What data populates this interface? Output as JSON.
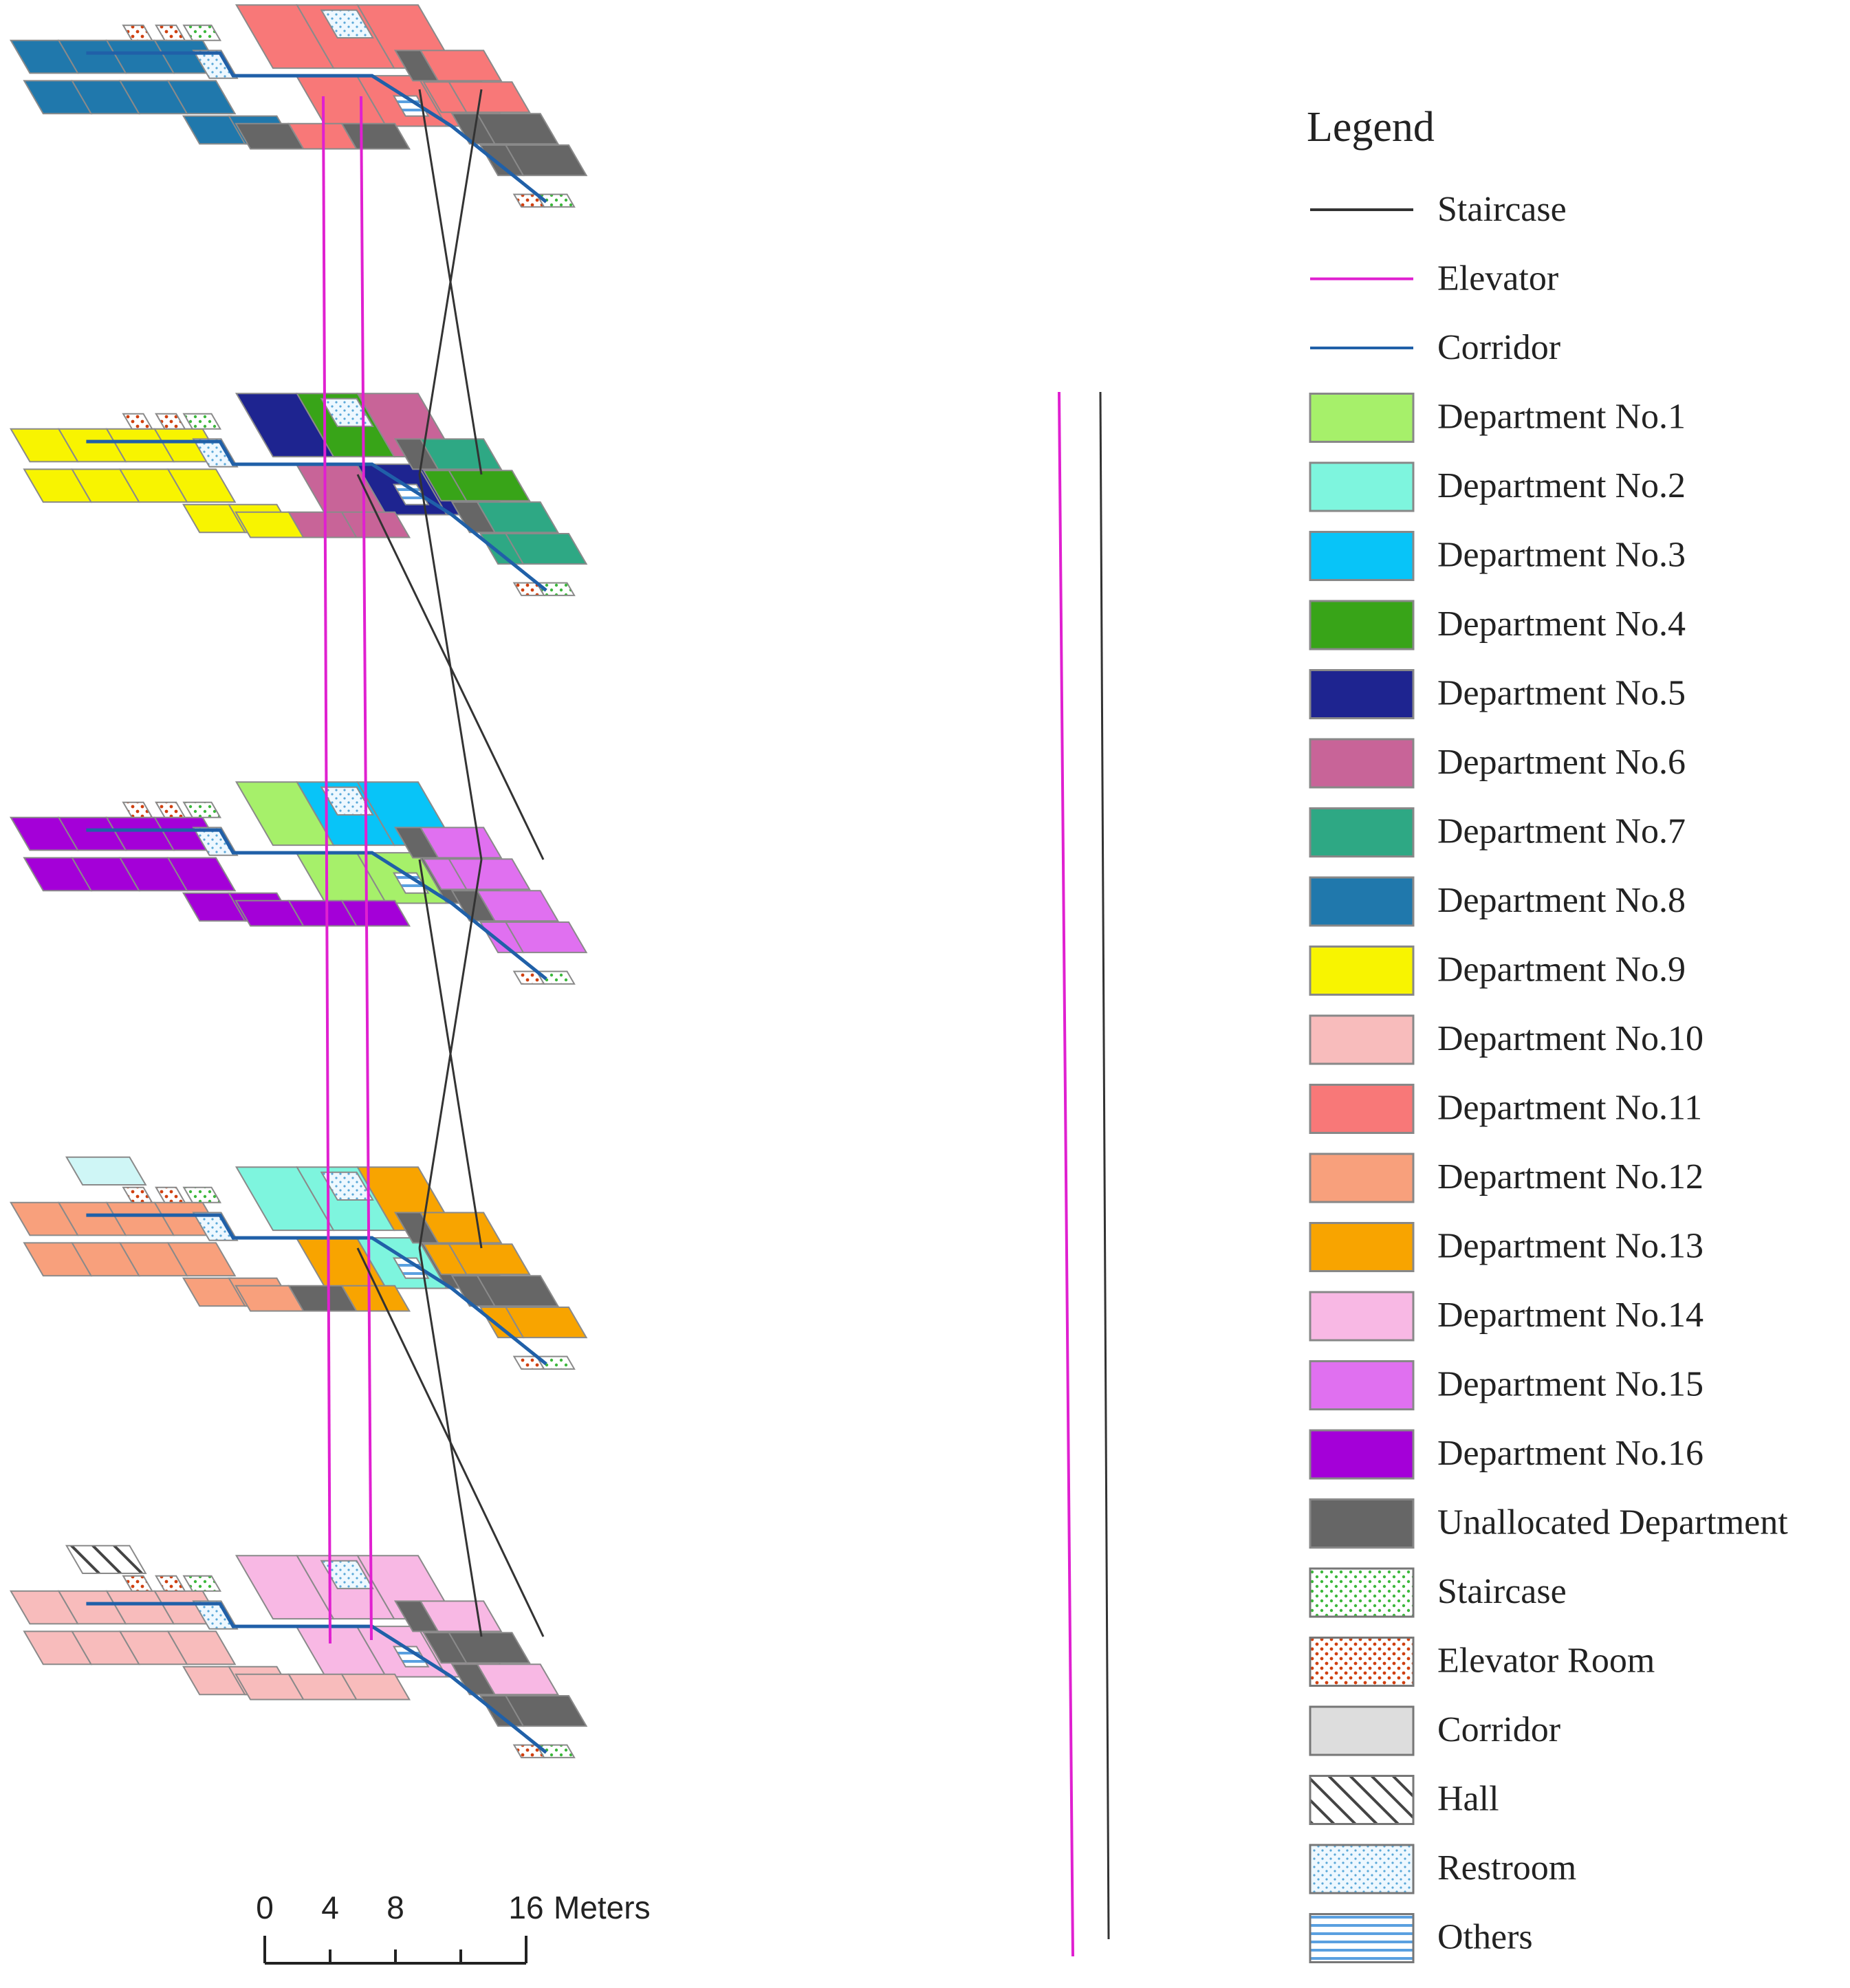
{
  "legend": {
    "title": "Legend",
    "lines": [
      {
        "label": "Staircase",
        "color": "#333333"
      },
      {
        "label": "Elevator",
        "color": "#e020d0"
      },
      {
        "label": "Corridor",
        "color": "#2060a8"
      }
    ],
    "fills": [
      {
        "label": "Department No.1",
        "color": "#a6f06a"
      },
      {
        "label": "Department No.2",
        "color": "#7ef5de"
      },
      {
        "label": "Department No.3",
        "color": "#08c4f8"
      },
      {
        "label": "Department No.4",
        "color": "#38a418"
      },
      {
        "label": "Department No.5",
        "color": "#1e2490"
      },
      {
        "label": "Department No.6",
        "color": "#c86498"
      },
      {
        "label": "Department No.7",
        "color": "#2ea884"
      },
      {
        "label": "Department No.8",
        "color": "#2078ac"
      },
      {
        "label": "Department No.9",
        "color": "#f8f400"
      },
      {
        "label": "Department No.10",
        "color": "#f8bcbc"
      },
      {
        "label": "Department No.11",
        "color": "#f87878"
      },
      {
        "label": "Department No.12",
        "color": "#f8a07c"
      },
      {
        "label": "Department No.13",
        "color": "#f8a400"
      },
      {
        "label": "Department No.14",
        "color": "#f8b8e4"
      },
      {
        "label": "Department No.15",
        "color": "#e070f0"
      },
      {
        "label": "Department No.16",
        "color": "#a400d8"
      },
      {
        "label": "Unallocated Department",
        "color": "#666666"
      }
    ],
    "patterns": [
      {
        "label": "Staircase",
        "pattern": "dots-green"
      },
      {
        "label": "Elevator Room",
        "pattern": "dots-red"
      },
      {
        "label": "Corridor",
        "pattern": "solid-gray"
      },
      {
        "label": "Hall",
        "pattern": "hatch"
      },
      {
        "label": "Restroom",
        "pattern": "dots-blue"
      },
      {
        "label": "Others",
        "pattern": "stripes-blue"
      }
    ]
  },
  "scale_bar": {
    "ticks": [
      "0",
      "4",
      "8",
      "16"
    ],
    "unit": "Meters"
  },
  "floors": [
    {
      "left_wing": "#2078ac",
      "hub": "#2078ac",
      "upper_right": [
        "#f87878",
        "#f87878",
        "#f87878"
      ],
      "mid_right": [
        "#f87878",
        "#f87878",
        "#f87878"
      ],
      "lower_stub": [
        "#666666",
        "#f87878",
        "#666666"
      ],
      "tail": [
        "#f87878",
        "#f87878",
        "#666666",
        "#666666"
      ]
    },
    {
      "left_wing": "#f8f400",
      "hub": "#f8f400",
      "upper_right": [
        "#1e2490",
        "#38a418",
        "#c86498"
      ],
      "mid_right": [
        "#c86498",
        "#1e2490",
        "#1e2490"
      ],
      "lower_stub": [
        "#f8f400",
        "#c86498",
        "#c86498"
      ],
      "tail": [
        "#2ea884",
        "#38a418",
        "#2ea884",
        "#2ea884"
      ]
    },
    {
      "left_wing": "#a400d8",
      "hub": "#a400d8",
      "upper_right": [
        "#a6f06a",
        "#08c4f8",
        "#08c4f8"
      ],
      "mid_right": [
        "#a6f06a",
        "#a6f06a",
        "#666666"
      ],
      "lower_stub": [
        "#a400d8",
        "#a400d8",
        "#a400d8"
      ],
      "tail": [
        "#e070f0",
        "#e070f0",
        "#e070f0",
        "#e070f0"
      ]
    },
    {
      "left_wing": "#f8a07c",
      "hub": "#f8a07c",
      "upper_right": [
        "#7ef5de",
        "#7ef5de",
        "#f8a400"
      ],
      "mid_right": [
        "#f8a400",
        "#7ef5de",
        "#666666"
      ],
      "lower_stub": [
        "#f8a07c",
        "#666666",
        "#f8a400"
      ],
      "tail": [
        "#f8a400",
        "#f8a400",
        "#666666",
        "#f8a400"
      ]
    },
    {
      "left_wing": "#f8bcbc",
      "hub": "#f8bcbc",
      "upper_right": [
        "#f8b8e4",
        "#f8b8e4",
        "#f8b8e4"
      ],
      "mid_right": [
        "#f8b8e4",
        "#f8b8e4",
        "#f8b8e4"
      ],
      "lower_stub": [
        "#f8bcbc",
        "#f8bcbc",
        "#f8bcbc"
      ],
      "tail": [
        "#f8b8e4",
        "#666666",
        "#f8b8e4",
        "#666666"
      ]
    }
  ]
}
